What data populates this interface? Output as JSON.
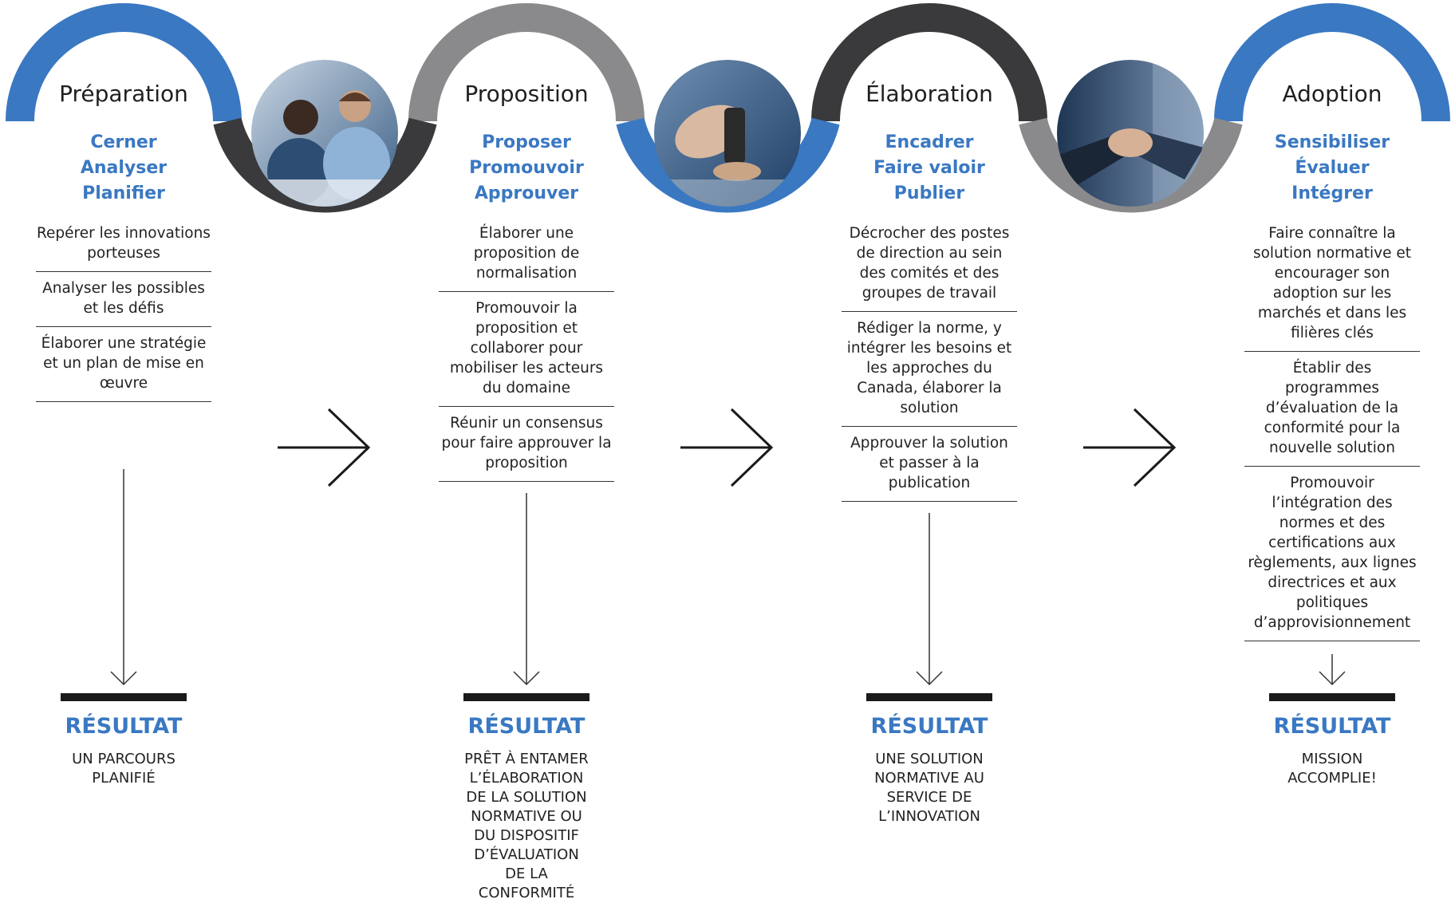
{
  "colors": {
    "blue": "#3a78c2",
    "gray": "#8a8a8c",
    "dark": "#3a3a3c",
    "text": "#222222"
  },
  "stages": [
    {
      "title": "Préparation",
      "verbs": [
        "Cerner",
        "Analyser",
        "Planifier"
      ],
      "steps": [
        "Repérer les innovations porteuses",
        "Analyser les possibles et les défis",
        "Élaborer une stratégie et un plan de mise en œuvre"
      ],
      "result_label": "RÉSULTAT",
      "result_text": "UN PARCOURS PLANIFIÉ"
    },
    {
      "title": "Proposition",
      "verbs": [
        "Proposer",
        "Promouvoir",
        "Approuver"
      ],
      "steps": [
        "Élaborer une proposition de normalisation",
        "Promouvoir la proposition et collaborer pour mobiliser les acteurs du domaine",
        "Réunir un consensus pour faire approuver la proposition"
      ],
      "result_label": "RÉSULTAT",
      "result_text": "PRÊT À ENTAMER L’ÉLABORATION DE LA SOLUTION NORMATIVE OU DU DISPOSITIF D’ÉVALUATION DE LA CONFORMITÉ"
    },
    {
      "title": "Élaboration",
      "verbs": [
        "Encadrer",
        "Faire valoir",
        "Publier"
      ],
      "steps": [
        "Décrocher des postes de direction au sein des comités et des groupes de travail",
        "Rédiger la norme, y intégrer les besoins et les approches du Canada, élaborer la solution",
        "Approuver la solution et passer à la publication"
      ],
      "result_label": "RÉSULTAT",
      "result_text": "UNE SOLUTION NORMATIVE AU SERVICE DE L’INNOVATION"
    },
    {
      "title": "Adoption",
      "verbs": [
        "Sensibiliser",
        "Évaluer",
        "Intégrer"
      ],
      "steps": [
        "Faire connaître la solution normative et encourager son adoption sur les marchés et dans les filières clés",
        "Établir des programmes d’évaluation de la conformité pour la nouvelle solution",
        "Promouvoir l’intégration des normes et des certifications aux règlements, aux lignes directrices et aux politiques d’approvisionnement"
      ],
      "result_label": "RÉSULTAT",
      "result_text": "MISSION ACCOMPLIE!"
    }
  ],
  "photos": [
    {
      "subject": "team-meeting-photo"
    },
    {
      "subject": "rubber-stamp-photo"
    },
    {
      "subject": "handshake-photo"
    }
  ]
}
